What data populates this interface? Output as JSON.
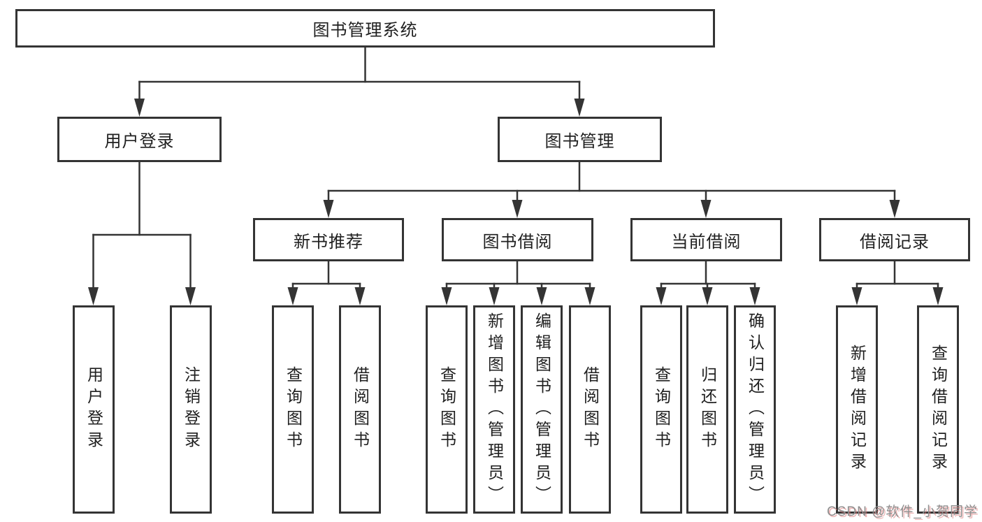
{
  "diagram": {
    "root": {
      "label": "图书管理系统"
    },
    "level2": {
      "user_login": {
        "label": "用户登录"
      },
      "book_management": {
        "label": "图书管理"
      }
    },
    "level3": {
      "new_book_recommend": {
        "label": "新书推荐"
      },
      "book_borrow": {
        "label": "图书借阅"
      },
      "current_borrow": {
        "label": "当前借阅"
      },
      "borrow_records": {
        "label": "借阅记录"
      }
    },
    "leaves": [
      {
        "label": "用户登录"
      },
      {
        "label": "注销登录"
      },
      {
        "label": "查询图书"
      },
      {
        "label": "借阅图书"
      },
      {
        "label": "查询图书"
      },
      {
        "label": "新增图书（管理员）"
      },
      {
        "label": "编辑图书（管理员）"
      },
      {
        "label": "借阅图书"
      },
      {
        "label": "查询图书"
      },
      {
        "label": "归还图书"
      },
      {
        "label": "确认归还（管理员）"
      },
      {
        "label": "新增借阅记录"
      },
      {
        "label": "查询借阅记录"
      }
    ]
  },
  "watermark": {
    "text": "CSDN @软件_小贺同学"
  },
  "colors": {
    "line": "#343434",
    "border": "#343434",
    "text": "#1f1f1f",
    "background": "#ffffff",
    "watermark": "#8f8f8f",
    "watermark_shadow": "#e07a7a"
  }
}
